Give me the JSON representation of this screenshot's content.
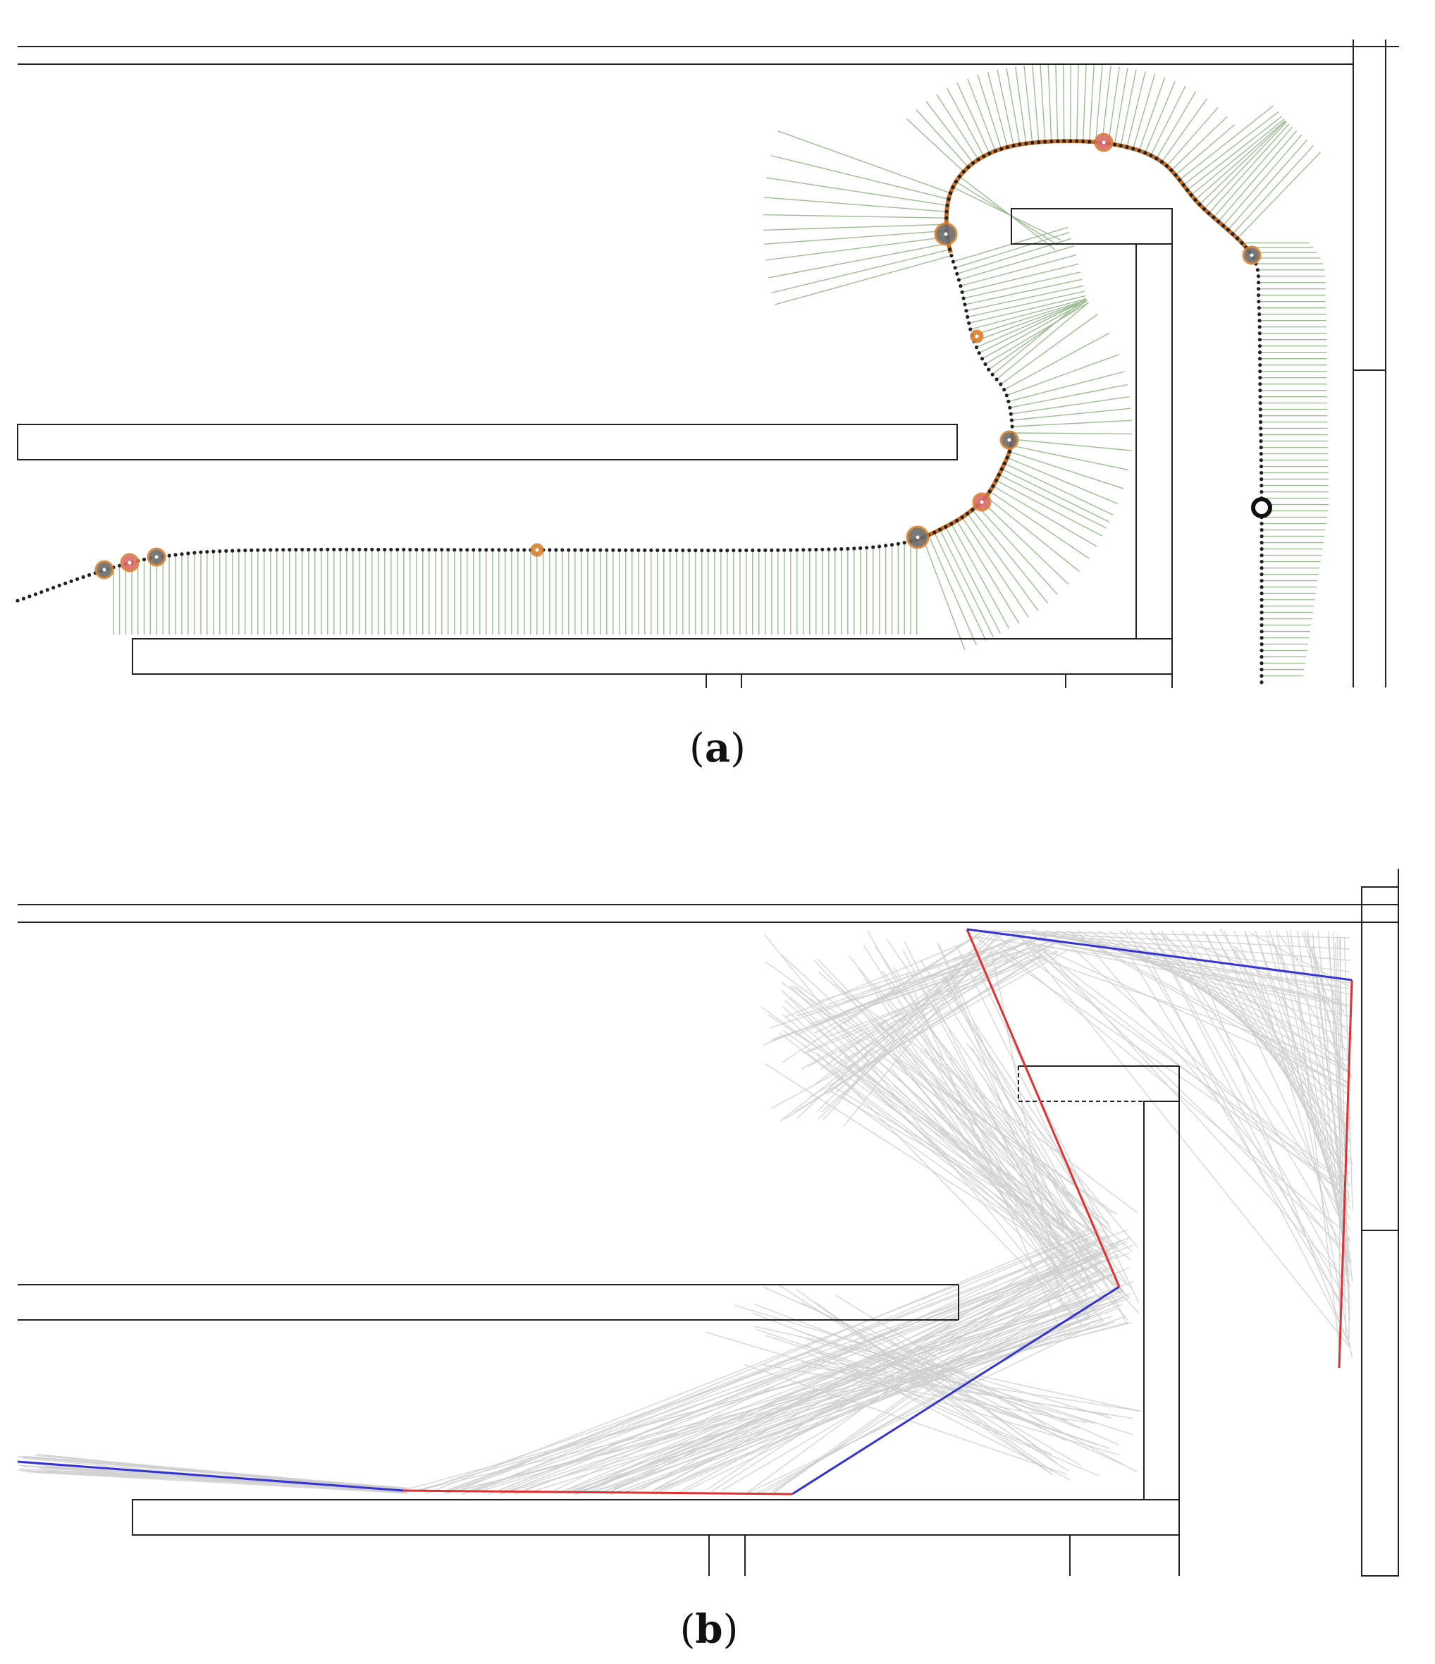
{
  "panels": [
    {
      "id": "a",
      "caption_open": "(",
      "caption_letter": "a",
      "caption_close": ")"
    },
    {
      "id": "b",
      "caption_open": "(",
      "caption_letter": "b",
      "caption_close": ")"
    }
  ],
  "colors": {
    "wall": "#222222",
    "path_dots": "#222222",
    "normals": "#9dbc94",
    "segment_curve": "#c8702a",
    "marker_gray": "#6b6b6b",
    "marker_red": "#d96a6a",
    "marker_orange": "#d9812e",
    "rays": "#cfcfcf",
    "route_blue": "#3434d6",
    "route_red": "#e03030"
  }
}
